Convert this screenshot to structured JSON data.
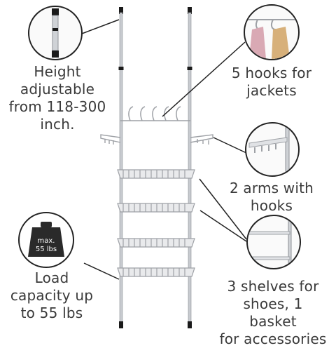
{
  "callouts": {
    "height": [
      "Height",
      "adjustable",
      "from 118-300",
      "inch."
    ],
    "hooks": [
      "5 hooks for",
      "jackets"
    ],
    "arms": [
      "2 arms with",
      "hooks"
    ],
    "load": [
      "Load",
      "capacity up",
      "to 55 lbs"
    ],
    "shelves": [
      "3 shelves for",
      "shoes, 1 basket",
      "for accessories"
    ]
  },
  "weight_badge": [
    "max.",
    "55 lbs"
  ],
  "colors": {
    "text": "#3a3a3a",
    "outline": "#222222",
    "metal": "#c8cbd0",
    "pole_cap": "#1a1a1a"
  }
}
